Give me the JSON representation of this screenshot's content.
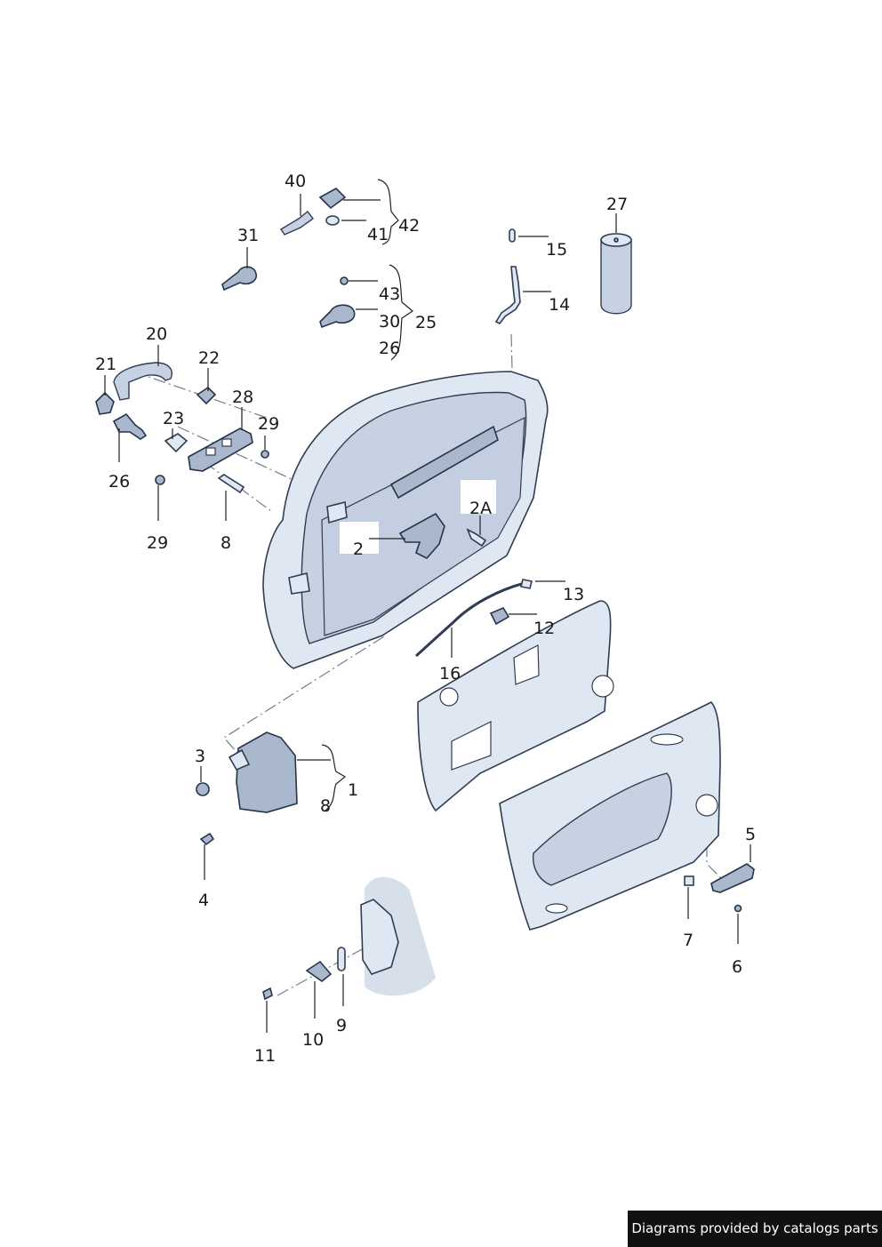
{
  "diagram": {
    "callouts": [
      {
        "id": "c40",
        "label": "40"
      },
      {
        "id": "c42",
        "label": "42"
      },
      {
        "id": "c41",
        "label": "41"
      },
      {
        "id": "c31",
        "label": "31"
      },
      {
        "id": "c43",
        "label": "43"
      },
      {
        "id": "c30",
        "label": "30"
      },
      {
        "id": "c25",
        "label": "25"
      },
      {
        "id": "c26a",
        "label": "26"
      },
      {
        "id": "c27",
        "label": "27"
      },
      {
        "id": "c15",
        "label": "15"
      },
      {
        "id": "c14",
        "label": "14"
      },
      {
        "id": "c20",
        "label": "20"
      },
      {
        "id": "c21",
        "label": "21"
      },
      {
        "id": "c22",
        "label": "22"
      },
      {
        "id": "c28",
        "label": "28"
      },
      {
        "id": "c23",
        "label": "23"
      },
      {
        "id": "c29a",
        "label": "29"
      },
      {
        "id": "c26b",
        "label": "26"
      },
      {
        "id": "c29b",
        "label": "29"
      },
      {
        "id": "c8a",
        "label": "8"
      },
      {
        "id": "c2",
        "label": "2"
      },
      {
        "id": "c2A",
        "label": "2A"
      },
      {
        "id": "c13",
        "label": "13"
      },
      {
        "id": "c12",
        "label": "12"
      },
      {
        "id": "c16",
        "label": "16"
      },
      {
        "id": "c3",
        "label": "3"
      },
      {
        "id": "c1",
        "label": "1"
      },
      {
        "id": "c8b",
        "label": "8"
      },
      {
        "id": "c4",
        "label": "4"
      },
      {
        "id": "c5",
        "label": "5"
      },
      {
        "id": "c7",
        "label": "7"
      },
      {
        "id": "c6",
        "label": "6"
      },
      {
        "id": "c9",
        "label": "9"
      },
      {
        "id": "c10",
        "label": "10"
      },
      {
        "id": "c11",
        "label": "11"
      }
    ]
  },
  "footer": {
    "credit": "Diagrams provided by catalogs parts"
  },
  "colors": {
    "part_fill": "#dfe7f2",
    "part_outline": "#2f3d52",
    "leader": "#222222",
    "credit_background": "#111111"
  }
}
